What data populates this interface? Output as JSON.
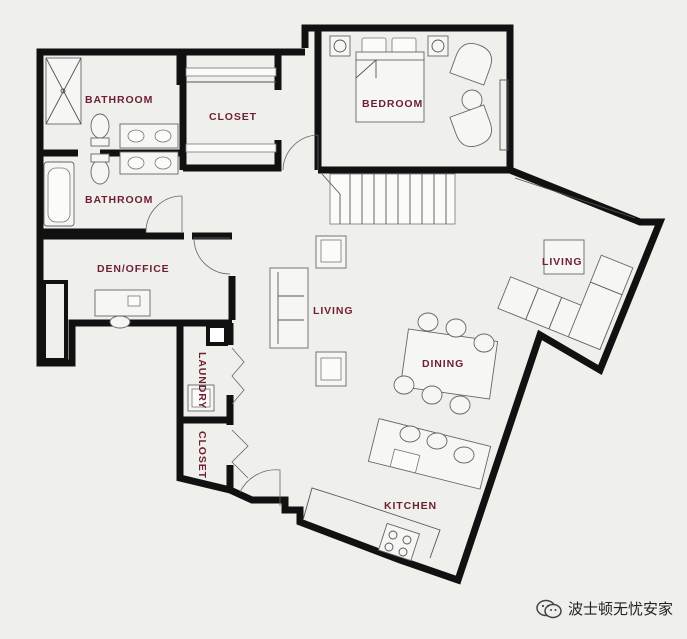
{
  "rooms": {
    "bathroom_top": "BATHROOM",
    "bathroom_bottom": "BATHROOM",
    "closet_top": "CLOSET",
    "bedroom": "BEDROOM",
    "den_office": "DEN/OFFICE",
    "living_center": "LIVING",
    "living_right": "LIVING",
    "dining": "DINING",
    "laundry": "LAUNDRY",
    "closet_left": "CLOSET",
    "kitchen": "KITCHEN"
  },
  "watermark": {
    "text": "波士顿无忧安家",
    "icon": "wechat-icon"
  },
  "colors": {
    "background": "#efefec",
    "wall": "#111111",
    "label": "#6e1f34"
  }
}
